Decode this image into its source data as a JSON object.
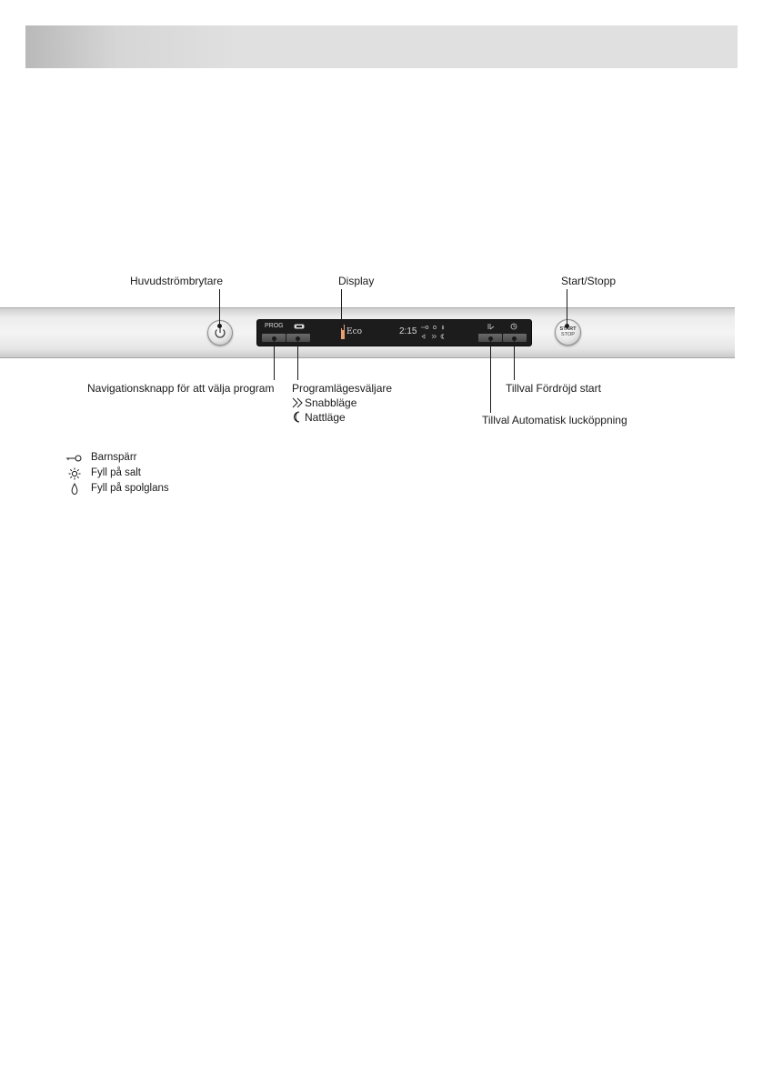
{
  "labels": {
    "main_switch": "Huvudströmbrytare",
    "display": "Display",
    "start_stop": "Start/Stopp",
    "nav_button": "Navigationsknapp för att välja program",
    "mode_selector": "Programlägesväljare",
    "fast_mode": "Snabbläge",
    "night_mode": "Nattläge",
    "delayed_start": "Tillval Fördröjd start",
    "auto_door": "Tillval Automatisk lucköppning"
  },
  "panel": {
    "prog": "PROG",
    "eco": "Eco",
    "time": "2:15",
    "start": "START",
    "stop": "STOP"
  },
  "legend": [
    {
      "icon": "key-icon",
      "label": "Barnspärr"
    },
    {
      "icon": "salt-icon",
      "label": "Fyll på salt"
    },
    {
      "icon": "drop-icon",
      "label": "Fyll på spolglans"
    }
  ]
}
